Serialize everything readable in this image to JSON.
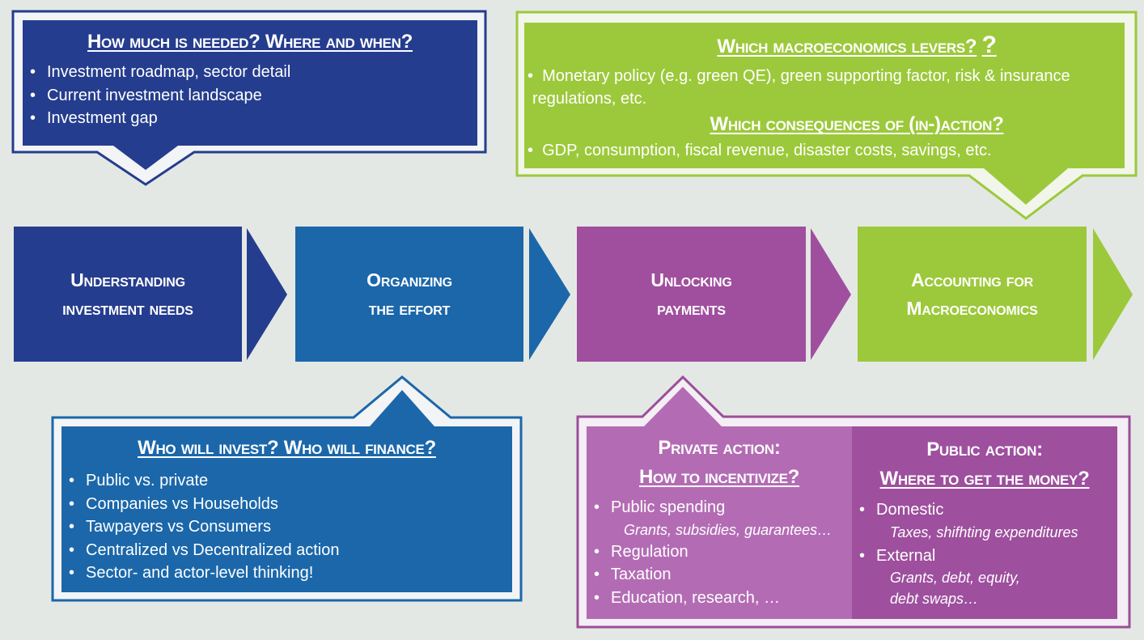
{
  "colors": {
    "background": "#e4e8e5",
    "step1": "#253d8e",
    "step2": "#1b67aa",
    "step3": "#a04f9e",
    "step4": "#9cc93b",
    "private_panel": "#b36cb4",
    "public_panel": "#9e4f9e",
    "text": "#ffffff"
  },
  "steps": [
    {
      "line1": "Understanding",
      "line2": "investment needs"
    },
    {
      "line1": "Organizing",
      "line2": "the effort"
    },
    {
      "line1": "Unlocking",
      "line2": "payments"
    },
    {
      "line1": "Accounting for",
      "line2": "Macroeconomics"
    }
  ],
  "callouts": {
    "needs": {
      "title": "How much is needed? Where and when?",
      "items": [
        "Investment roadmap, sector detail",
        "Current investment landscape",
        "Investment gap"
      ]
    },
    "macro": {
      "title1": "Which macroeconomics levers?",
      "title1_suffix": "?",
      "items1": [
        "Monetary policy (e.g. green QE), green supporting factor, risk & insurance regulations, etc."
      ],
      "items1_line1": "Monetary policy (e.g. green QE), green supporting factor, risk & insurance",
      "items1_line2": "regulations, etc.",
      "title2": "Which consequences of (in-)action?",
      "items2": [
        "GDP, consumption, fiscal revenue, disaster costs, savings, etc."
      ]
    },
    "organize": {
      "title": "Who will invest? Who will finance?",
      "items": [
        "Public vs. private",
        "Companies vs Households",
        "Tawpayers vs Consumers",
        "Centralized vs Decentralized action",
        "Sector- and actor-level thinking!"
      ]
    },
    "private": {
      "title1": "Private action:",
      "title2": "How to incentivize?",
      "items": [
        {
          "label": "Public spending",
          "sub": "Grants, subsidies, guarantees…"
        },
        {
          "label": "Regulation"
        },
        {
          "label": "Taxation"
        },
        {
          "label": "Education, research, …"
        }
      ]
    },
    "public": {
      "title1": "Public action:",
      "title2": "Where to get the money?",
      "items": [
        {
          "label": "Domestic",
          "sub": "Taxes, shifhting expenditures"
        },
        {
          "label": "External",
          "sub1": "Grants, debt, equity,",
          "sub2": "debt swaps…"
        }
      ]
    }
  }
}
